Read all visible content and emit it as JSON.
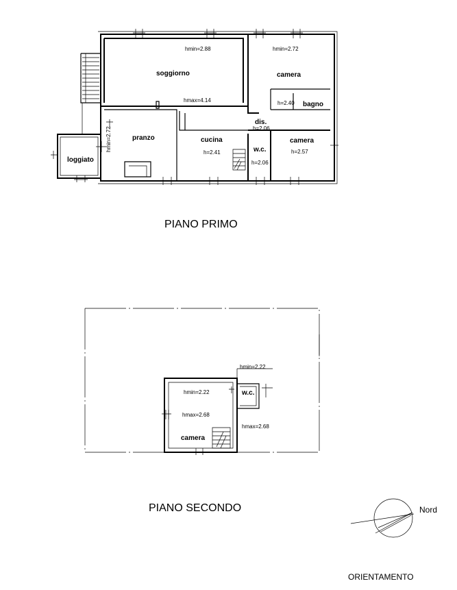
{
  "floors": [
    {
      "title": "PIANO PRIMO",
      "labels": {
        "soggiorno": "soggiorno",
        "soggiorno_hmin": "hmin=2.88",
        "soggiorno_hmax": "hmax=4.14",
        "camera1": "camera",
        "camera1_hmin": "hmin=2.72",
        "bagno": "bagno",
        "bagno_h": "h=2.40",
        "dis": "dis.",
        "dis_h": "h=2.06",
        "pranzo": "pranzo",
        "pranzo_hmin": "hmin=2.72",
        "cucina": "cucina",
        "cucina_h": "h=2.41",
        "wc": "w.c.",
        "wc_h": "h=2.06",
        "camera2": "camera",
        "camera2_h": "h=2.57",
        "loggiato": "loggiato"
      }
    },
    {
      "title": "PIANO SECONDO",
      "labels": {
        "camera_hmin": "hmin=2.22",
        "camera_hmax": "hmax=2.68",
        "camera": "camera",
        "wc": "w.c.",
        "wc_hmin": "hmin=2.22",
        "wc_hmax": "hmax=2.68"
      }
    }
  ],
  "orientation": {
    "north_label": "Nord",
    "caption": "ORIENTAMENTO"
  }
}
